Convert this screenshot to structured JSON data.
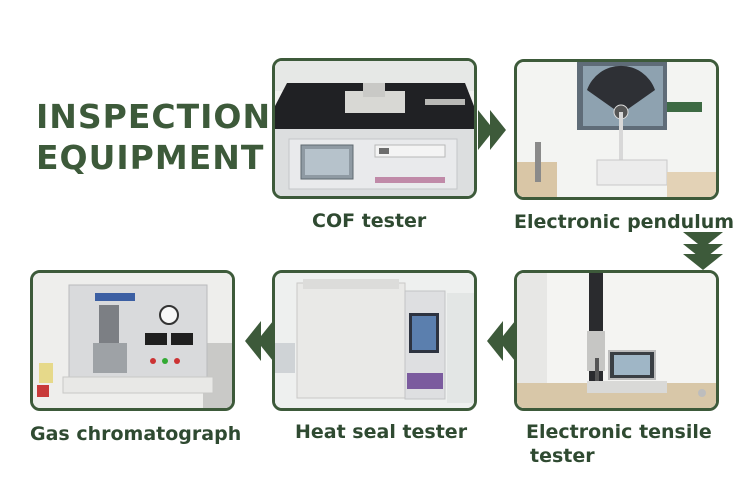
{
  "heading": {
    "line1": "INSPECTION",
    "line2": "EQUIPMENT"
  },
  "colors": {
    "accent": "#3d5a3a",
    "caption": "#2f4a31",
    "arrow": "#3d5a3a"
  },
  "equipment": [
    {
      "id": "cof",
      "caption": "COF  tester"
    },
    {
      "id": "pendulum",
      "caption": "Electronic pendulum"
    },
    {
      "id": "tensile",
      "caption_line1": "Electronic tensile",
      "caption_line2": "tester"
    },
    {
      "id": "heatseal",
      "caption": "Heat seal tester"
    },
    {
      "id": "gc",
      "caption": "Gas chromatograph"
    }
  ],
  "arrows": [
    "double-chevron-right-icon",
    "double-chevron-down-icon",
    "double-chevron-left-icon",
    "double-chevron-left-icon"
  ]
}
